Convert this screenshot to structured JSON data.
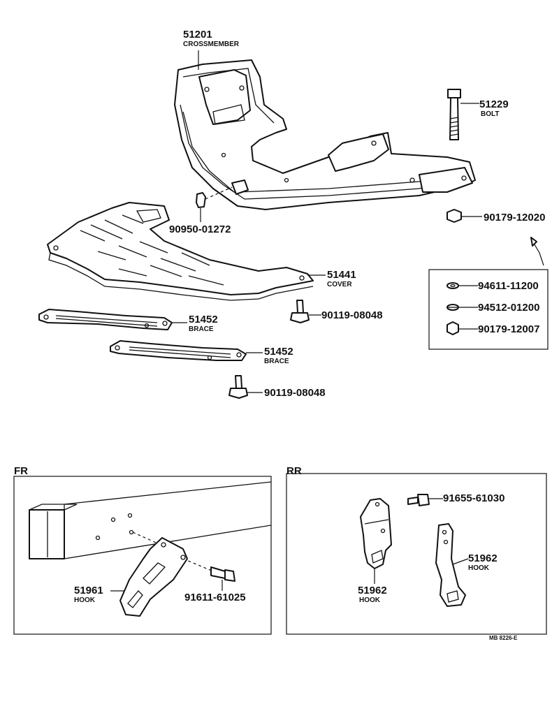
{
  "parts": {
    "crossmember": {
      "number": "51201",
      "name": "CROSSMEMBER"
    },
    "bolt_51229": {
      "number": "51229",
      "name": "BOLT"
    },
    "nut_top": {
      "number": "90179-12020"
    },
    "nut_90950": {
      "number": "90950-01272"
    },
    "cover": {
      "number": "51441",
      "name": "COVER"
    },
    "washer_1": {
      "number": "94611-11200"
    },
    "washer_2": {
      "number": "94512-01200"
    },
    "nut_3": {
      "number": "90179-12007"
    },
    "bolt_a": {
      "number": "90119-08048"
    },
    "brace_1": {
      "number": "51452",
      "name": "BRACE"
    },
    "brace_2": {
      "number": "51452",
      "name": "BRACE"
    },
    "bolt_b": {
      "number": "90119-08048"
    }
  },
  "fr_panel": {
    "title": "FR",
    "hook": {
      "number": "51961",
      "name": "HOOK"
    },
    "bolt": {
      "number": "91611-61025"
    }
  },
  "rr_panel": {
    "title": "RR",
    "bolt": {
      "number": "91655-61030"
    },
    "hook_left": {
      "number": "51962",
      "name": "HOOK"
    },
    "hook_right": {
      "number": "51962",
      "name": "HOOK"
    }
  },
  "footer_code": "MB 8226-E"
}
